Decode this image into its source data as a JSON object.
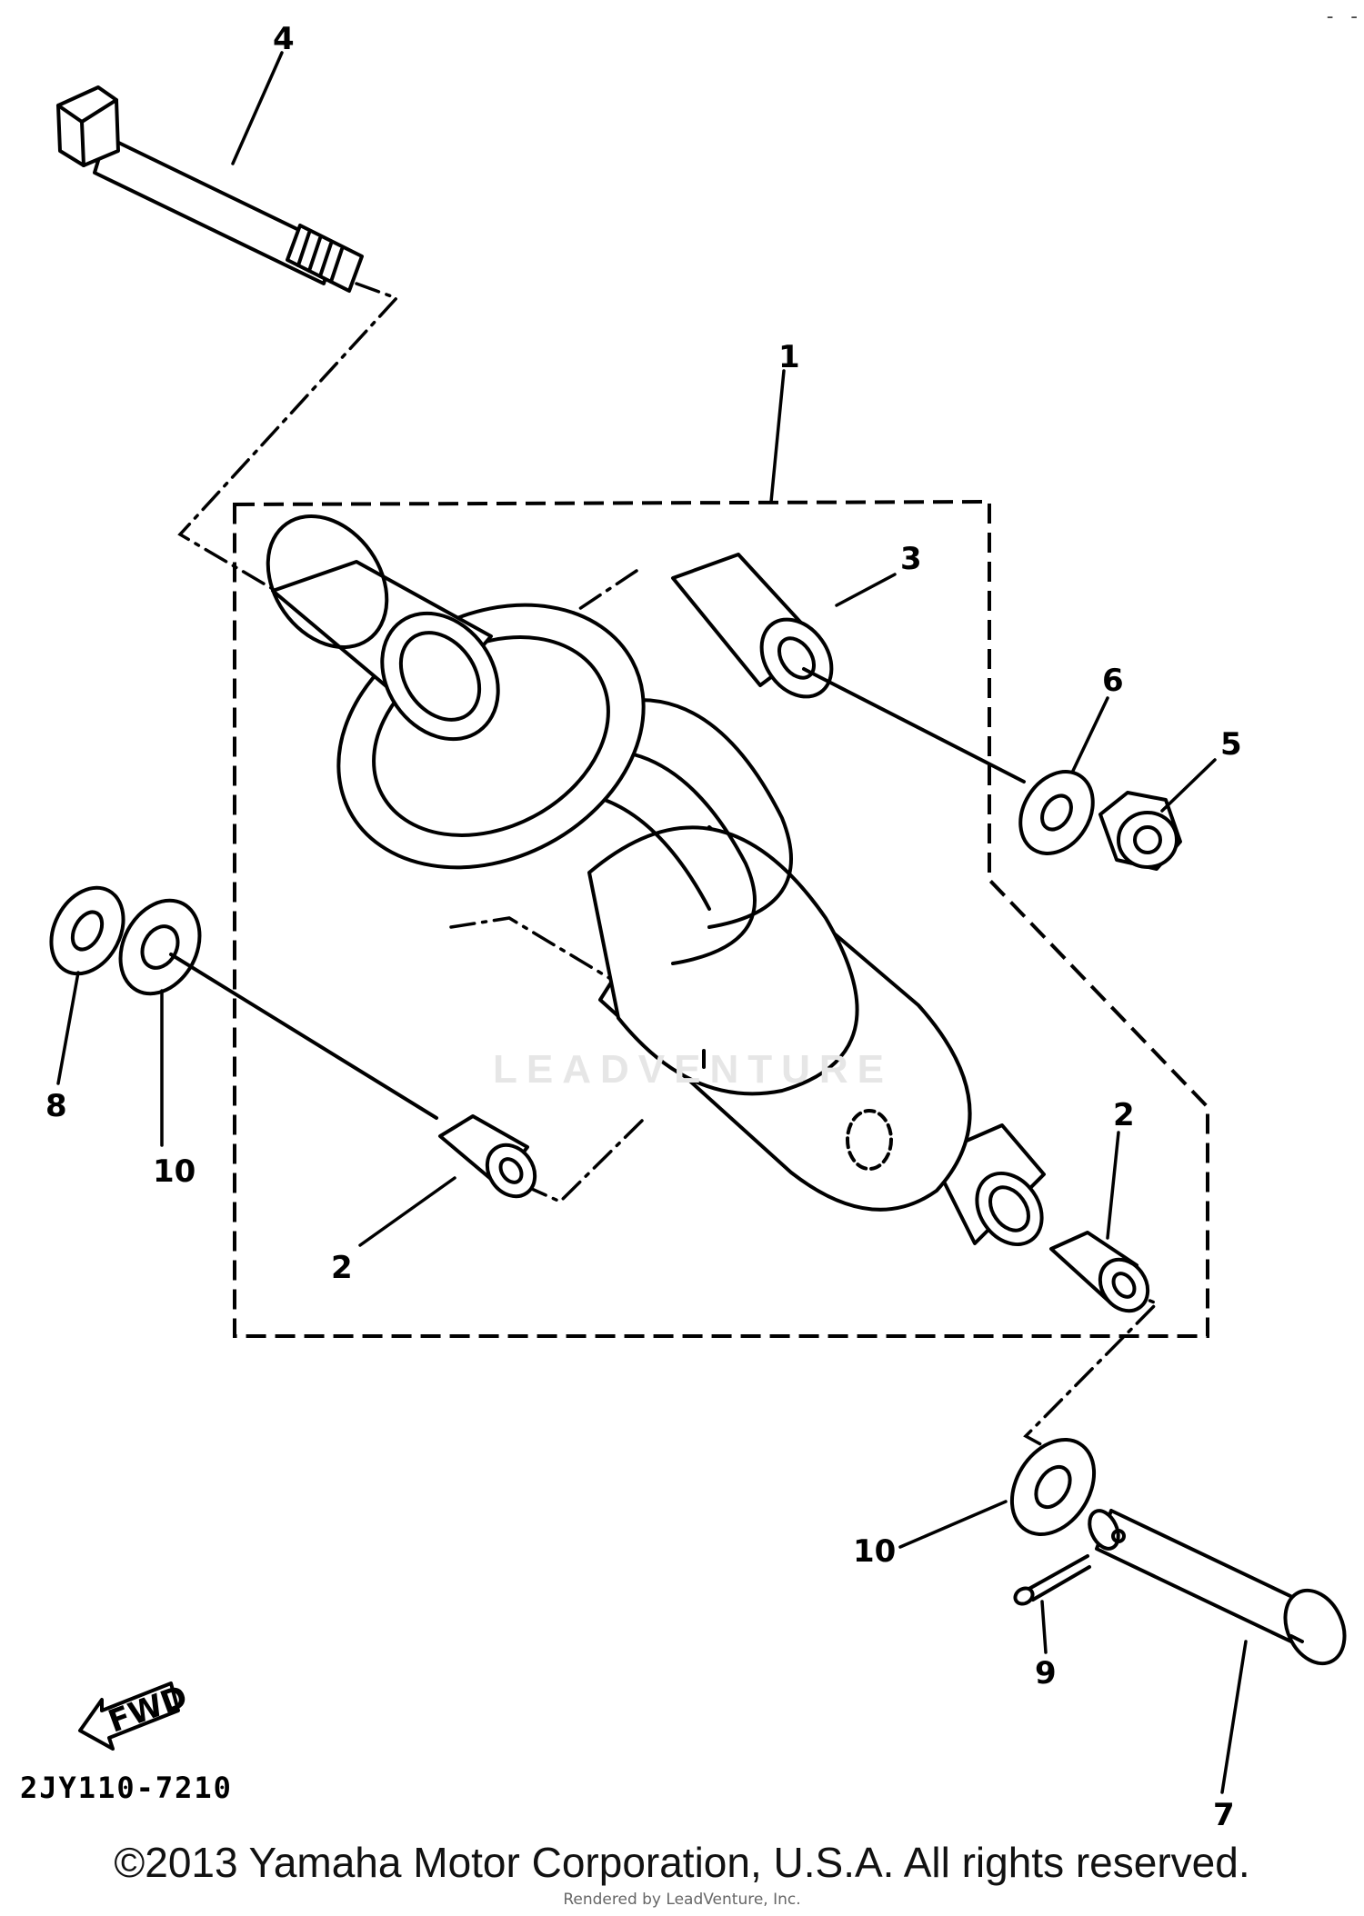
{
  "diagram": {
    "callouts": {
      "c1": "1",
      "c2a": "2",
      "c2b": "2",
      "c3": "3",
      "c4": "4",
      "c5": "5",
      "c6": "6",
      "c7": "7",
      "c8": "8",
      "c9": "9",
      "c10a": "10",
      "c10b": "10"
    },
    "fwd_label": "FWD",
    "watermark": "LEADVENTURE"
  },
  "footer": {
    "ref_code": "2JY110-7210",
    "copyright": "©2013 Yamaha Motor Corporation, U.S.A. All rights reserved.",
    "rendered_by": "Rendered by LeadVenture, Inc."
  },
  "corner_mark": "- -"
}
